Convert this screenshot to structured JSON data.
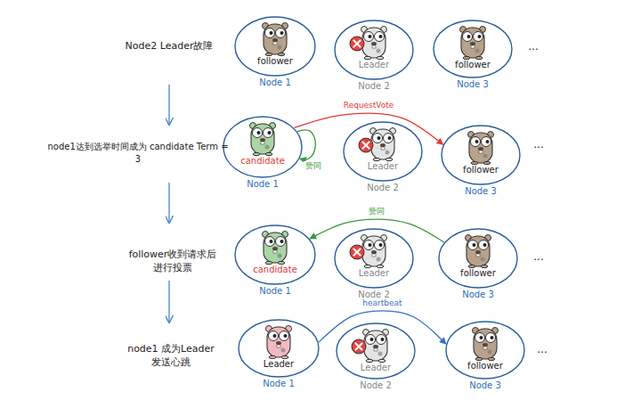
{
  "diagram": {
    "nodes": [
      {
        "text": [
          "follower",
          "Node 1"
        ]
      },
      {
        "text": [
          "Leader",
          "Node 2"
        ]
      },
      {
        "text": [
          "follower",
          "Node 3"
        ]
      },
      {
        "text": [
          "candidate",
          "Node 1"
        ]
      },
      {
        "text": [
          "Leader",
          "Node 2"
        ]
      },
      {
        "text": [
          "follower",
          "Node 3"
        ]
      },
      {
        "text": [
          "candidate",
          "Node 1"
        ]
      },
      {
        "text": [
          "Leader",
          "Node 2"
        ]
      },
      {
        "text": [
          "follower",
          "Node 3"
        ]
      },
      {
        "text": [
          "Leader",
          "Node 1"
        ]
      },
      {
        "text": [
          "Leader",
          "Node 2"
        ]
      },
      {
        "text": [
          "follower",
          "Node 3"
        ]
      }
    ],
    "edges": [
      {
        "from": 3,
        "to": 5,
        "label": "RequestVote",
        "arrow": "to"
      },
      {
        "from": 3,
        "to": 3,
        "label": "赞同",
        "arrow": "to"
      },
      {
        "from": 8,
        "to": 6,
        "label": "赞同",
        "arrow": "to"
      },
      {
        "from": 9,
        "to": 11,
        "label": "heartbeat",
        "arrow": "to"
      }
    ],
    "labels": [
      "Node2 Leader故障",
      "...",
      "node1达到选举时间成为 candidate Term = 3",
      "...",
      "follower收到请求后 进行投票",
      "...",
      "node1 成为Leader 发送心跳",
      "..."
    ]
  }
}
